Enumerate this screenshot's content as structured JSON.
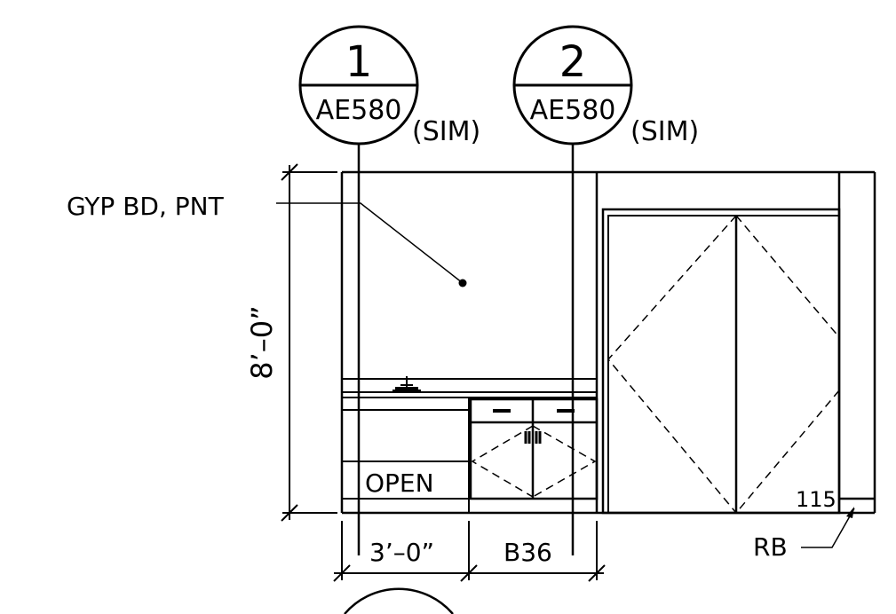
{
  "section_markers": [
    {
      "number": "1",
      "sheet": "AE580",
      "suffix": "(SIM)"
    },
    {
      "number": "2",
      "sheet": "AE580",
      "suffix": "(SIM)"
    }
  ],
  "notes": {
    "wall_finish": "GYP BD, PNT",
    "open_label": "OPEN",
    "room_number": "115",
    "base": "RB"
  },
  "dimensions": {
    "height": "8’–0”",
    "width_left": "3’–0”",
    "cabinet": "B36"
  }
}
